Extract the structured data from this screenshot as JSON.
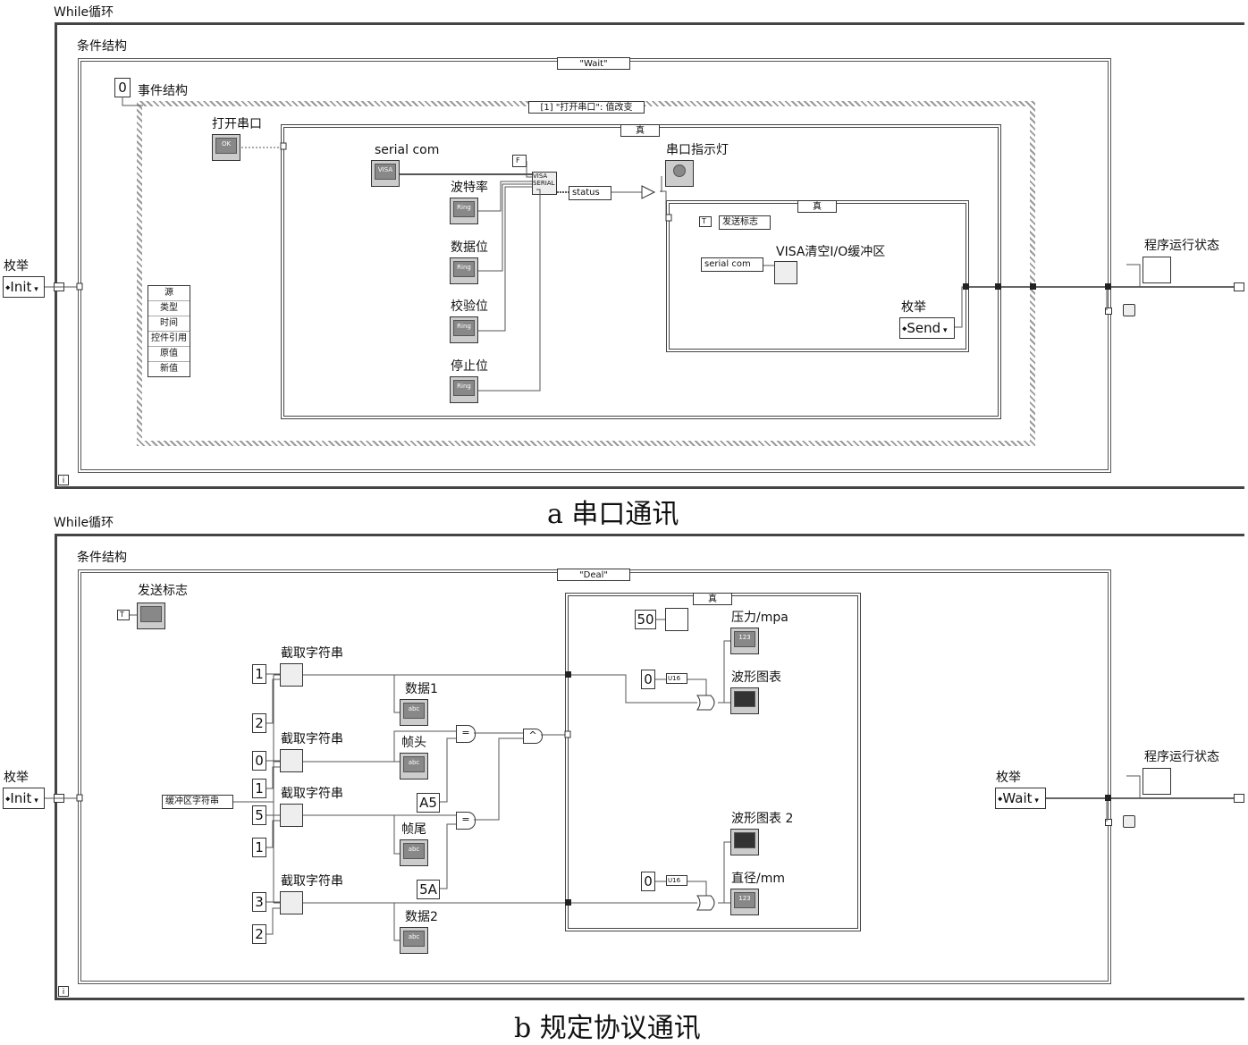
{
  "panel_a": {
    "while_loop_label": "While循环",
    "case_label": "条件结构",
    "case_selector": "\"Wait\"",
    "event_label": "事件结构",
    "event_timeout_const": "0",
    "event_selector": "[1] \"打开串口\": 值改变",
    "event_data_node": [
      "源",
      "类型",
      "时间",
      "控件引用",
      "原值",
      "新值"
    ],
    "open_port_label": "打开串口",
    "open_port_btn": "OK",
    "inner_case_selector": "真",
    "serial_com_label": "serial com",
    "visa_icon": "VISA",
    "false_const": "F",
    "visa_configure": "VISA SERIAL",
    "baud_label": "波特率",
    "data_bits_label": "数据位",
    "parity_label": "校验位",
    "stop_bits_label": "停止位",
    "ring_text": "Ring",
    "status_label": "status",
    "indicator_label": "串口指示灯",
    "true_case_selector": "真",
    "send_flag_const": "T",
    "send_flag_local": "发送标志",
    "serial_com_local": "serial com",
    "visa_clear_label": "VISA清空I/O缓冲区",
    "enum_label_inner": "枚举",
    "enum_send": "Send",
    "run_state_label": "程序运行状态",
    "enum_label_left": "枚举",
    "enum_init": "Init",
    "iter_icon": "i",
    "caption": "a 串口通讯"
  },
  "panel_b": {
    "while_loop_label": "While循环",
    "case_label": "条件结构",
    "case_selector": "\"Deal\"",
    "send_flag_label": "发送标志",
    "send_flag_const": "T",
    "substr_label_1": "截取字符串",
    "substr_label_2": "截取字符串",
    "substr_label_3": "截取字符串",
    "substr_label_4": "截取字符串",
    "consts_left": [
      "1",
      "2",
      "0",
      "1",
      "5",
      "1",
      "3",
      "2"
    ],
    "buffer_local": "缓冲区字符串",
    "data1_label": "数据1",
    "header_label": "帧头",
    "tail_label": "帧尾",
    "data2_label": "数据2",
    "const_a5": "A5",
    "const_5a": "5A",
    "and_symbol": "^",
    "eq_symbol": "=",
    "inner_case_selector": "真",
    "wait_const": "50",
    "pressure_label": "压力/mpa",
    "wave_chart_label": "波形图表",
    "wave_chart2_label": "波形图表 2",
    "diameter_label": "直径/mm",
    "zero_const_1": "0",
    "zero_const_2": "0",
    "u16_label": "U16",
    "num_indicator": "123",
    "abc_indicator": "abc",
    "enum_label_right": "枚举",
    "enum_wait": "Wait",
    "run_state_label": "程序运行状态",
    "enum_label_left": "枚举",
    "enum_init": "Init",
    "iter_icon": "i",
    "caption": "b 规定协议通讯"
  }
}
